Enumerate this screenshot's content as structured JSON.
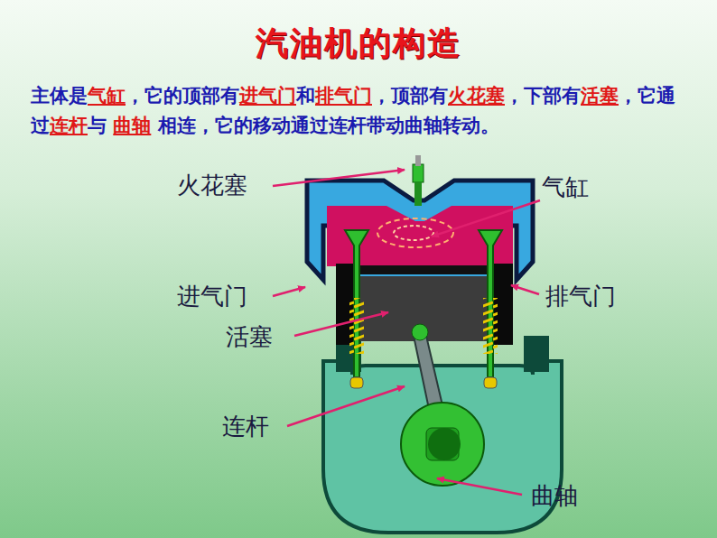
{
  "diagram": {
    "title": "汽油机的构造",
    "labels": [
      "主体是",
      "气缸",
      "，它的顶部有",
      "进气门",
      "和",
      "排气门",
      "，顶部有",
      "火花塞",
      "，下部有",
      "活塞",
      "，它通过",
      "连杆",
      "与 ",
      "曲轴",
      " 相连，它的移动通过连杆带动曲轴转动。",
      "火花塞",
      "气缸",
      "进气门",
      "排气门",
      "活塞",
      "连杆",
      "曲轴"
    ]
  }
}
